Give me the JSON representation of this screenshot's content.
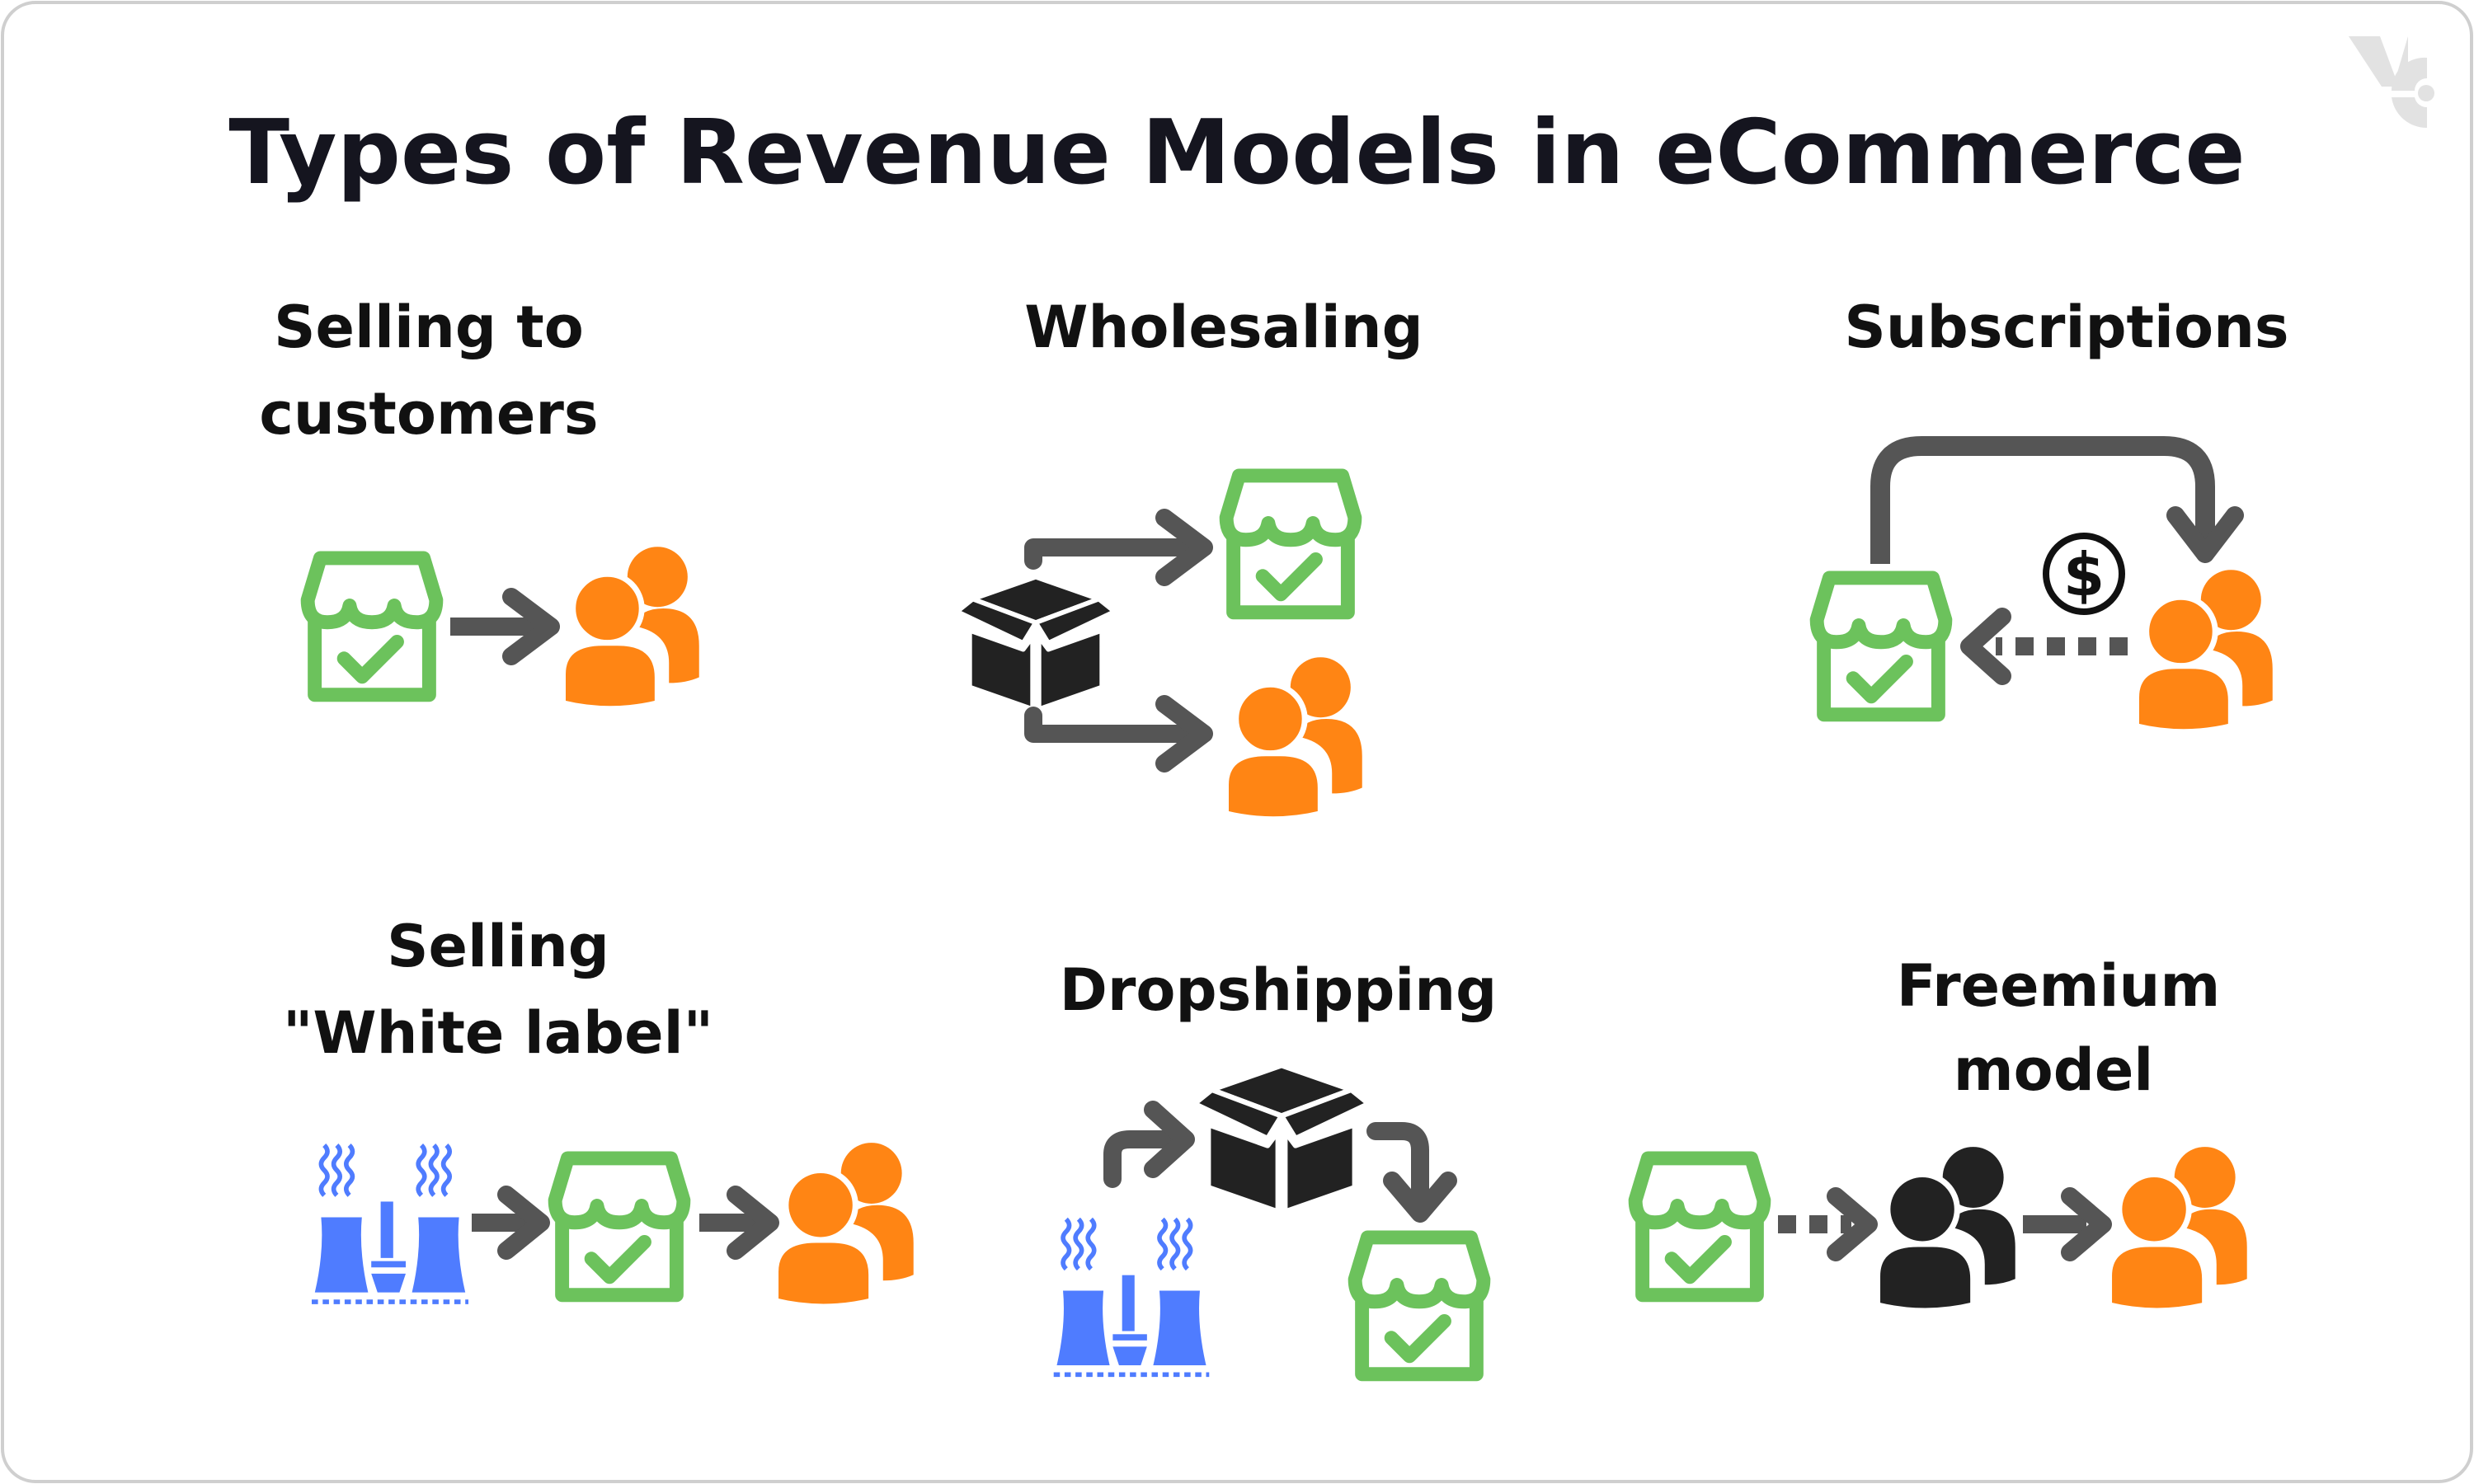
{
  "title": "Types of Revenue Models in eCommerce",
  "sections": [
    {
      "lines": [
        "Selling to",
        "customers"
      ]
    },
    {
      "lines": [
        "Wholesaling"
      ]
    },
    {
      "lines": [
        "Subscriptions"
      ]
    },
    {
      "lines": [
        "Selling",
        "\"White label\""
      ]
    },
    {
      "lines": [
        "Dropshipping"
      ]
    },
    {
      "lines": [
        "Freemium",
        "model"
      ]
    }
  ],
  "colors": {
    "store": "#6CC25C",
    "customers": "#FF8514",
    "arrow": "#555555",
    "factory": "#4F7CFF",
    "box": "#222222",
    "logo": "#E2E2E2"
  },
  "icons": [
    "store-icon",
    "customers-icon",
    "box-icon",
    "factory-icon",
    "dollar-icon",
    "arrow-icon"
  ]
}
